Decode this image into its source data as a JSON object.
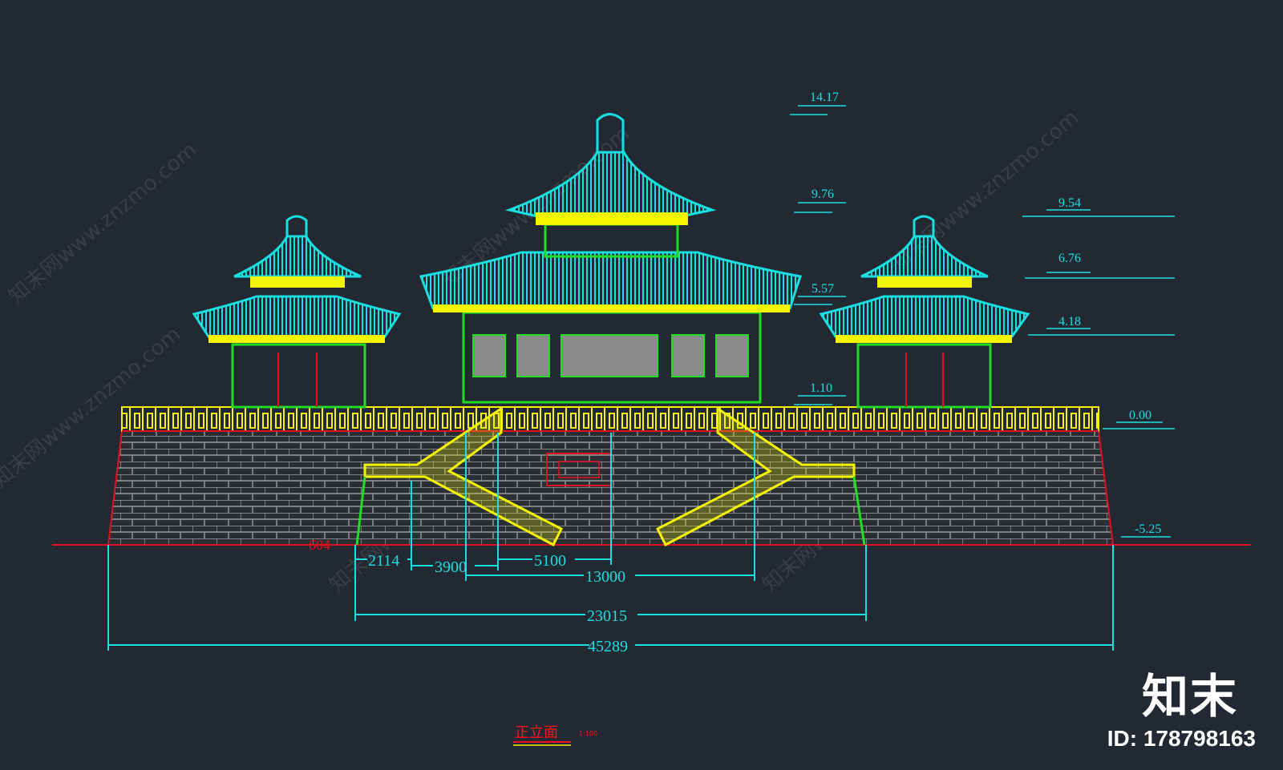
{
  "drawing": {
    "title": "正立面",
    "scale": "1:100",
    "colors": {
      "background": "#232933",
      "roof": "#19e0e0",
      "ornament": "#f5f500",
      "frame": "#22dd22",
      "wall_outline": "#e01020",
      "brick": "#9a9a9a",
      "dimension": "#19e0e0"
    },
    "elevations_center": [
      "14.17",
      "9.76",
      "5.57",
      "1.10"
    ],
    "elevations_right": [
      "9.54",
      "6.76",
      "4.18",
      "0.00",
      "-5.25"
    ],
    "dimensions": {
      "d604": "604",
      "d2114": "2114",
      "d3900": "3900",
      "d5100": "5100",
      "d13000": "13000",
      "d23015": "23015",
      "d45289": "45289"
    }
  },
  "watermark": {
    "text": "知末网www.znzmo.com",
    "brand": "知末",
    "id": "ID: 178798163"
  }
}
